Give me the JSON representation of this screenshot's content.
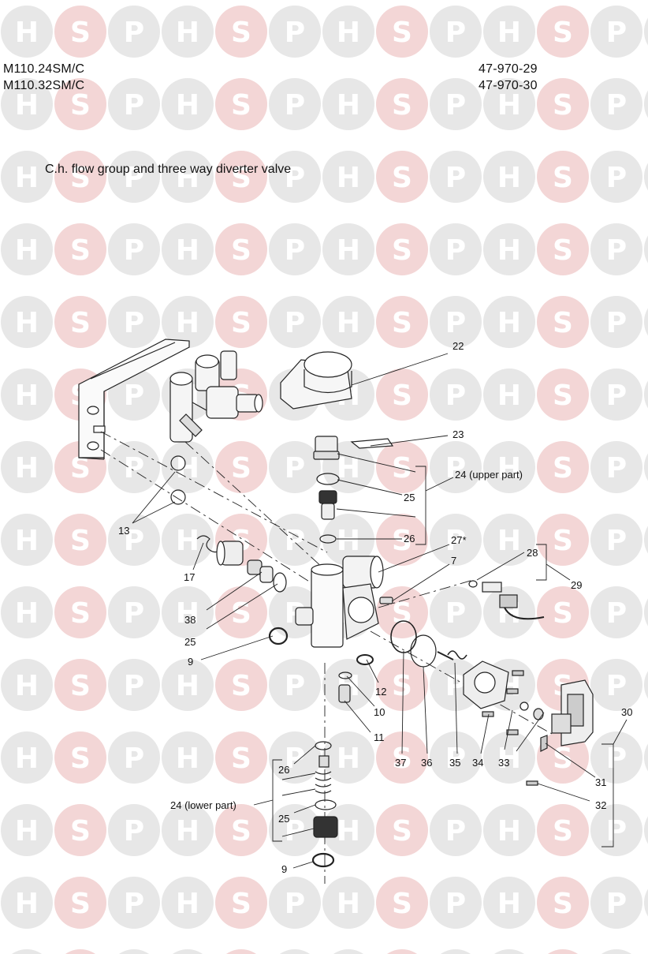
{
  "watermark": {
    "letters": [
      "H",
      "S",
      "P"
    ],
    "gray": "#e7e7e7",
    "pink": "#f3d6d6",
    "text_color": "#ffffff"
  },
  "header": {
    "model_codes": [
      "M110.24SM/C",
      "M110.32SM/C"
    ],
    "part_codes": [
      "47-970-29",
      "47-970-30"
    ]
  },
  "diagram": {
    "title": "C.h. flow group and three way diverter valve",
    "callouts": {
      "c22": "22",
      "c23": "23",
      "c24u": "24 (upper part)",
      "c25a": "25",
      "c26a": "26",
      "c27": "27*",
      "c7": "7",
      "c28": "28",
      "c29": "29",
      "c13": "13",
      "c17": "17",
      "c38": "38",
      "c25b": "25",
      "c9a": "9",
      "c12": "12",
      "c10": "10",
      "c11": "11",
      "c37": "37",
      "c36": "36",
      "c35": "35",
      "c34": "34",
      "c33": "33",
      "c30": "30",
      "c31": "31",
      "c32": "32",
      "c26b": "26",
      "c24l": "24 (lower part)",
      "c25c": "25",
      "c9b": "9"
    }
  }
}
